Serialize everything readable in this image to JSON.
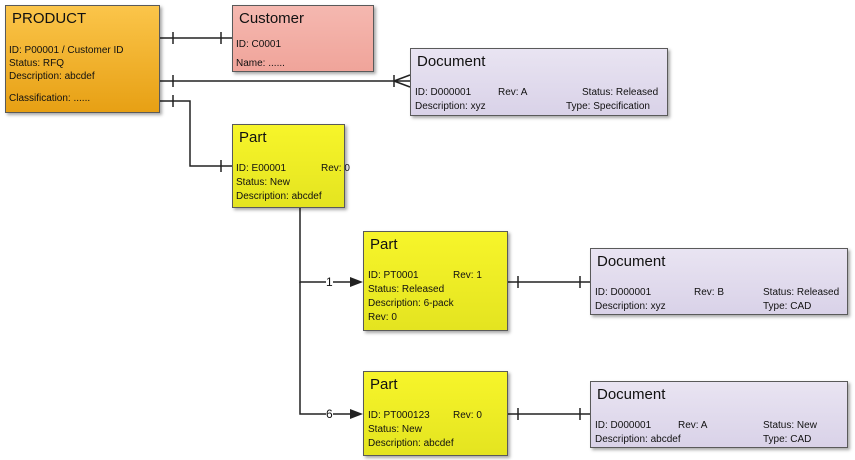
{
  "product": {
    "title": "PRODUCT",
    "id": "ID: P00001 / Customer ID",
    "status": "Status: RFQ",
    "description": "Description: abcdef",
    "classification": "Classification: ......"
  },
  "customer": {
    "title": "Customer",
    "id": "ID: C0001",
    "name": "Name: ......"
  },
  "document1": {
    "title": "Document",
    "id": "ID: D000001",
    "rev": "Rev: A",
    "status": "Status: Released",
    "description": "Description: xyz",
    "type": "Type: Specification"
  },
  "part_main": {
    "title": "Part",
    "id": "ID: E00001",
    "rev": "Rev: 0",
    "status": "Status: New",
    "description": "Description: abcdef"
  },
  "part1": {
    "title": "Part",
    "id": "ID: PT0001",
    "rev": "Rev: 1",
    "status": "Status: Released",
    "description": "Description: 6-pack",
    "rev2": "Rev: 0"
  },
  "document2": {
    "title": "Document",
    "id": "ID: D000001",
    "rev": "Rev: B",
    "status": "Status: Released",
    "description": "Description: xyz",
    "type": "Type: CAD"
  },
  "part2": {
    "title": "Part",
    "id": "ID: PT000123",
    "rev": "Rev: 0",
    "status": "Status: New",
    "description": "Description: abcdef"
  },
  "document3": {
    "title": "Document",
    "id": "ID: D000001",
    "rev": "Rev: A",
    "status": "Status: New",
    "description": "Description: abcdef",
    "type": "Type: CAD"
  },
  "multiplicities": {
    "part1": "1",
    "part2": "6"
  },
  "colors": {
    "product": "#f2b02e",
    "customer": "#f3aea5",
    "document": "#e0daee",
    "part": "#eeee22"
  }
}
